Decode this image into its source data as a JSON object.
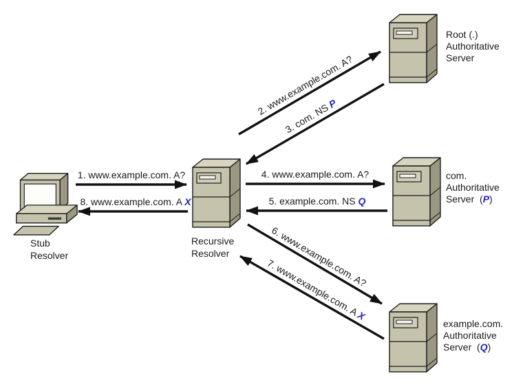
{
  "diagram": {
    "background": "#ffffff",
    "colors": {
      "accent_blue": "#2222bf",
      "line_black": "#111111",
      "server_front": "#c6c3ac",
      "server_side": "#9b9881",
      "server_top": "#d7d4bf",
      "server_panel": "#d0cdb8",
      "server_slot": "#f8f7f0",
      "screen_white": "#fdfdfa",
      "slot_dark": "#3a3a33"
    },
    "nodes": {
      "stub": {
        "line1": "Stub",
        "line2": "Resolver"
      },
      "recursive": {
        "line1": "Recursive",
        "line2": "Resolver"
      },
      "root": {
        "line1": "Root (.)",
        "line2": "Authoritative",
        "line3": "Server"
      },
      "com": {
        "line1": "com.",
        "line2": "Authoritative",
        "line3_prefix": "Server  (",
        "line3_var": "P",
        "line3_suffix": ")"
      },
      "example": {
        "line1": "example.com.",
        "line2": "Authoritative",
        "line3_prefix": "Server  (",
        "line3_var": "Q",
        "line3_suffix": ")"
      }
    },
    "messages": {
      "m1": {
        "label": "1. www.example.com. A?",
        "var": ""
      },
      "m2": {
        "label": "2. www.example.com. A?",
        "var": ""
      },
      "m3": {
        "label": "3. com. NS ",
        "var": "P"
      },
      "m4": {
        "label": "4. www.example.com. A?",
        "var": ""
      },
      "m5": {
        "label": "5. example.com. NS ",
        "var": "Q"
      },
      "m6": {
        "label": "6. www.example.com. A?",
        "var": ""
      },
      "m7": {
        "label": "7. www.example.com. A ",
        "var": "X"
      },
      "m8": {
        "label": "8. www.example.com. A ",
        "var": "X"
      }
    }
  }
}
